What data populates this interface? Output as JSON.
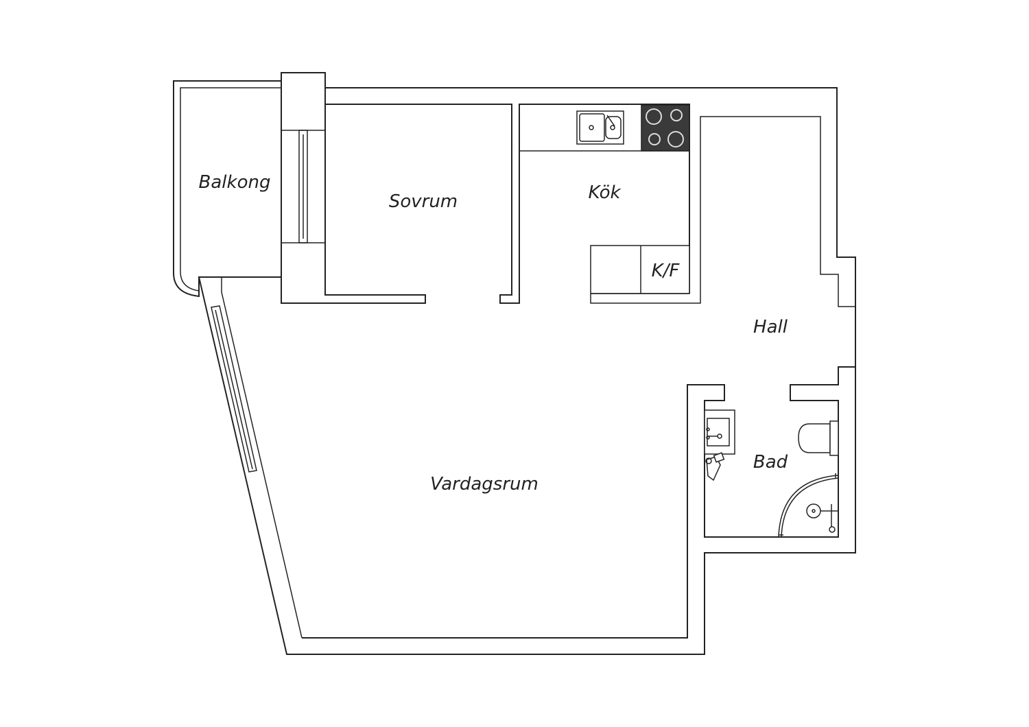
{
  "plan": {
    "rooms": {
      "balcony": "Balkong",
      "bedroom": "Sovrum",
      "kitchen": "Kök",
      "fridge_freezer": "K/F",
      "hall": "Hall",
      "living_room": "Vardagsrum",
      "bathroom": "Bad"
    },
    "colors": {
      "line": "#222222",
      "background": "#ffffff",
      "stove": "#3a3a3a"
    }
  }
}
